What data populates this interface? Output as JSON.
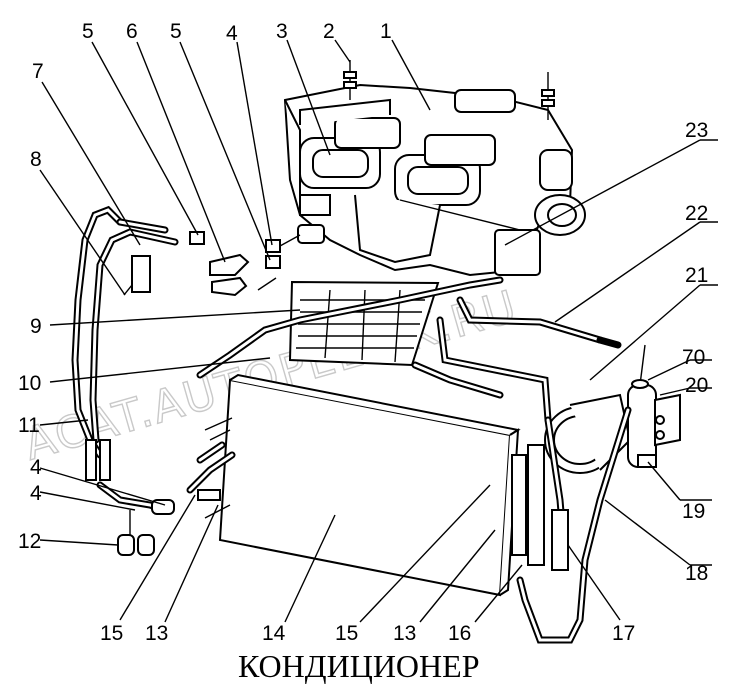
{
  "title": "КОНДИЦИОНЕР",
  "watermark": "ACAT.AUTOPELIRK.RU",
  "labels": {
    "l1": "1",
    "l2": "2",
    "l3": "3",
    "l4a": "4",
    "l5a": "5",
    "l6": "6",
    "l5b": "5",
    "l7": "7",
    "l8": "8",
    "l9": "9",
    "l10": "10",
    "l11": "11",
    "l4b": "4",
    "l4c": "4",
    "l12": "12",
    "l15a": "15",
    "l13a": "13",
    "l14": "14",
    "l15b": "15",
    "l13b": "13",
    "l16": "16",
    "l17": "17",
    "l18": "18",
    "l19": "19",
    "l20": "20",
    "l70": "70",
    "l21": "21",
    "l22": "22",
    "l23": "23"
  }
}
